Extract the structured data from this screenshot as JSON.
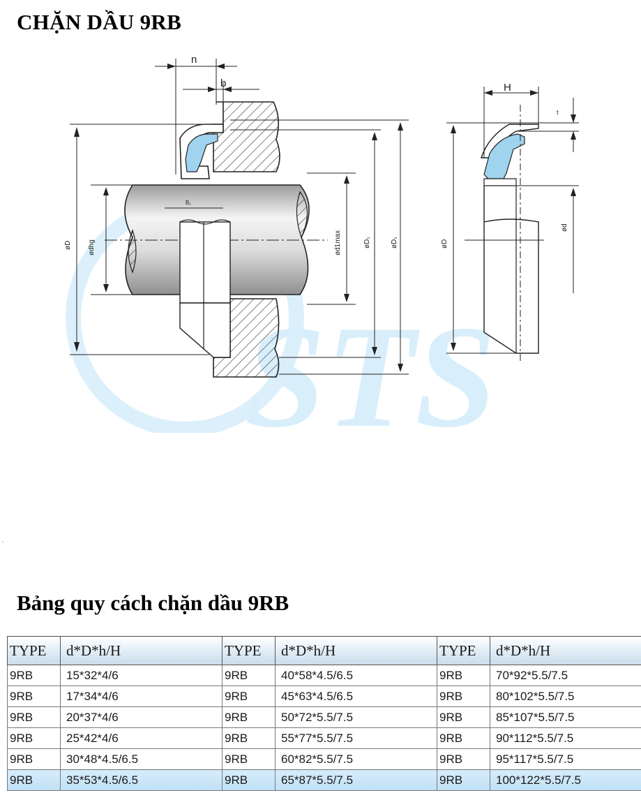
{
  "title": "CHẶN DẦU 9RB",
  "watermark": {
    "text": "STS",
    "color": "#d9eefb"
  },
  "drawing": {
    "labels": {
      "n": "n",
      "b": "b",
      "H": "H",
      "t": "t",
      "b1": "B₁",
      "d_dhg": "ødhg",
      "D_left": "øD",
      "d1max": "ød1max",
      "D1": "øD₁",
      "D2": "øD₁",
      "D_right": "øD",
      "d_right": "ød"
    },
    "colors": {
      "seal_fill": "#9fd3ee",
      "shaft": "#e4e4e4",
      "line": "#222222"
    }
  },
  "subtitle": "Bảng quy cách chặn dầu 9RB",
  "table": {
    "header": [
      "TYPE",
      "d*D*h/H",
      "TYPE",
      "d*D*h/H",
      "TYPE",
      "d*D*h/H"
    ],
    "rows": [
      [
        "9RB",
        "15*32*4/6",
        "9RB",
        "40*58*4.5/6.5",
        "9RB",
        "70*92*5.5/7.5"
      ],
      [
        "9RB",
        "17*34*4/6",
        "9RB",
        "45*63*4.5/6.5",
        "9RB",
        "80*102*5.5/7.5"
      ],
      [
        "9RB",
        "20*37*4/6",
        "9RB",
        "50*72*5.5/7.5",
        "9RB",
        "85*107*5.5/7.5"
      ],
      [
        "9RB",
        "25*42*4/6",
        "9RB",
        "55*77*5.5/7.5",
        "9RB",
        "90*112*5.5/7.5"
      ],
      [
        "9RB",
        "30*48*4.5/6.5",
        "9RB",
        "60*82*5.5/7.5",
        "9RB",
        "95*117*5.5/7.5"
      ],
      [
        "9RB",
        "35*53*4.5/6.5",
        "9RB",
        "65*87*5.5/7.5",
        "9RB",
        "100*122*5.5/7.5"
      ]
    ],
    "highlight_color": "#bfe0f6"
  }
}
